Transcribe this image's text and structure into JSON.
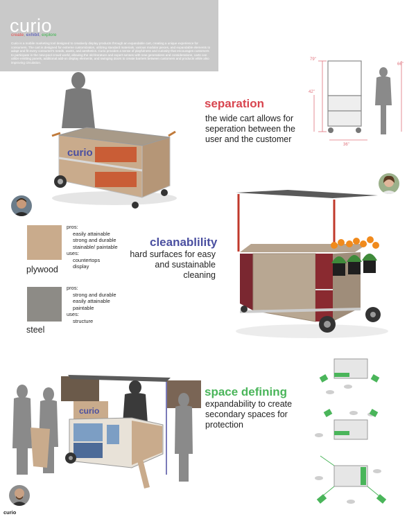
{
  "header": {
    "brand": "curio",
    "tagline_1": "create",
    "tagline_2": "exhibit",
    "tagline_3": "explore",
    "description": "Curio is a mobile marketing tool designed to creatively display products through an expandable cart, creating a unique experience for consumers. The cart is designed for extreme customization, utilizing standard materials, various modular pieces, and expandable elements to adapt and fit every consumer's needs, wants, and aesthetics. Curio provides a sense of playfulness and curiosity that encourages customers to participate in the new-pool crowd world, allowing the old-literature and expert senses with new generations and considerations, carts can utilize emitting panels, additional add-on display elements, and swinging doors to create barriers between customers and products while also improving circulation."
  },
  "separation": {
    "heading": "separation",
    "body": "the wide cart allows for seperation between the user and the customer",
    "dimensions": {
      "total_height": "79\"",
      "cart_height": "42\"",
      "width": "36\"",
      "person_height": "66\""
    }
  },
  "cleanability": {
    "heading": "cleanablility",
    "body": "hard surfaces for easy and sustainable cleaning"
  },
  "materials": {
    "plywood": {
      "name": "plywood",
      "pros_label": "pros:",
      "pros": [
        "easily attainable",
        "strong and durable",
        "stainable/ paintable"
      ],
      "uses_label": "uses:",
      "uses": [
        "countertops",
        "display"
      ]
    },
    "steel": {
      "name": "steel",
      "pros_label": "pros:",
      "pros": [
        "strong and durable",
        "easily attainable",
        "paintable"
      ],
      "uses_label": "uses:",
      "uses": [
        "structure"
      ]
    }
  },
  "space": {
    "heading": "space defining",
    "body": "expandability to create secondary spaces for protection",
    "cart_sign": "curio"
  },
  "footer": {
    "label": "curio"
  },
  "colors": {
    "separation": "#d8454f",
    "cleanability": "#4a4fa0",
    "space": "#4ab55a",
    "header_bg": "#c9c9c9",
    "plywood": "#c9ab8c",
    "steel": "#8d8b86",
    "cart_red": "#c0392b",
    "flower_orange": "#f08a1c"
  }
}
